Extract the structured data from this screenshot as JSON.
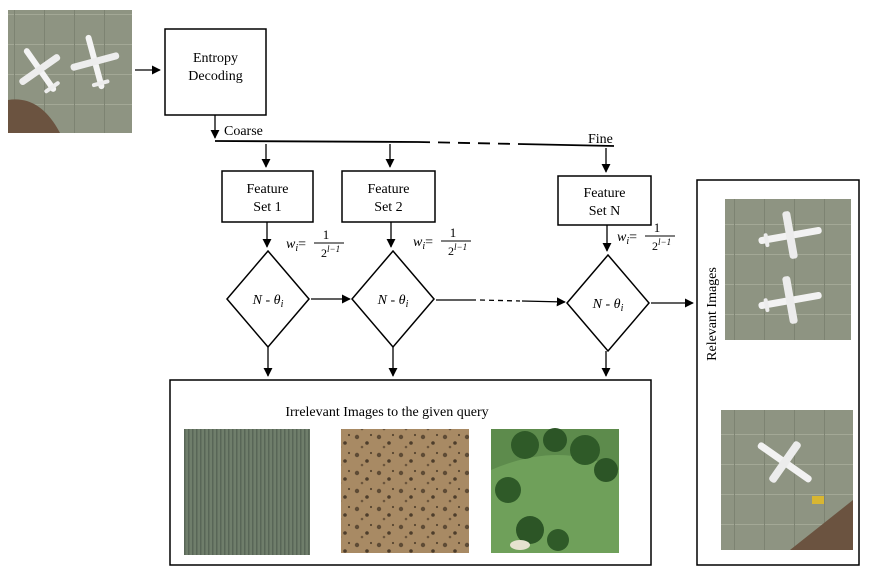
{
  "decoder": {
    "line1": "Entropy",
    "line2": "Decoding"
  },
  "scale": {
    "coarse": "Coarse",
    "fine": "Fine"
  },
  "feature_sets": [
    {
      "line1": "Feature",
      "line2": "Set 1"
    },
    {
      "line1": "Feature",
      "line2": "Set 2"
    },
    {
      "line1": "Feature",
      "line2": "Set N"
    }
  ],
  "weight": {
    "lhs": "w",
    "sub": "i",
    "eq": "=",
    "num": "1",
    "den_base": "2",
    "den_exp": "l−1"
  },
  "threshold": {
    "N": "N",
    "dash": " - ",
    "theta": "θ",
    "sub": "i"
  },
  "irrelevant": {
    "title": "Irrelevant Images to the given query"
  },
  "relevant": {
    "title": "Relevant Images"
  },
  "thumbnails": {
    "query": "query-airport-image",
    "irrelevant": [
      "crop-field-image",
      "desert-scrub-image",
      "golf-course-image"
    ],
    "relevant": [
      "airport-image-1",
      "airport-image-2"
    ]
  },
  "colors": {
    "line": "#000000",
    "tarmac": "#8e9482",
    "field": "#6f7e6b",
    "desert": "#9b7a57",
    "grass": "#5d8b4c"
  }
}
